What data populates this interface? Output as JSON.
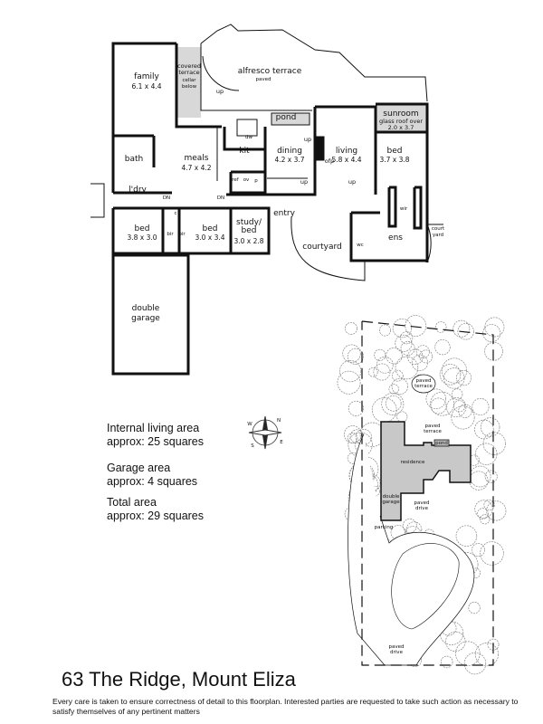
{
  "property": {
    "address": "63 The Ridge, Mount Eliza"
  },
  "rooms": {
    "family": {
      "name": "family",
      "size": "6.1 x 4.4"
    },
    "covered_terrace": {
      "name": "covered terrace",
      "note1": "cellar",
      "note2": "below"
    },
    "alfresco": {
      "name": "alfresco terrace",
      "note": "paved"
    },
    "pond": {
      "name": "pond"
    },
    "sunroom": {
      "name": "sunroom",
      "note": "glass roof over",
      "size": "2.0 x 3.7"
    },
    "bath": {
      "name": "bath"
    },
    "meals": {
      "name": "meals",
      "size": "4.7 x 4.2"
    },
    "kit": {
      "name": "kit"
    },
    "dw": "dw",
    "dining": {
      "name": "dining",
      "size": "4.2 x 3.7"
    },
    "living": {
      "name": "living",
      "size": "5.8 x 4.4"
    },
    "ofp": "ofp",
    "bed_master": {
      "name": "bed",
      "size": "3.7 x 3.8"
    },
    "ref": "ref",
    "ov": "ov",
    "p": "p",
    "c": "c",
    "laundry": {
      "name": "l'dry"
    },
    "bed2": {
      "name": "bed",
      "size": "3.8 x 3.0"
    },
    "bir": "bir",
    "bed3": {
      "name": "bed",
      "size": "3.0 x 3.4"
    },
    "study": {
      "name": "study/ bed",
      "size": "3.0 x 2.8"
    },
    "entry": {
      "name": "entry"
    },
    "courtyard": {
      "name": "courtyard"
    },
    "wir": "wir",
    "ens": {
      "name": "ens"
    },
    "wc": "wc",
    "court_yard": {
      "name": "court yard"
    },
    "garage": {
      "name": "double garage"
    },
    "up": "up",
    "dn": "DN"
  },
  "site": {
    "paved_terrace_top": "paved terrace",
    "paved_terrace": "paved terrace",
    "pond": "pond",
    "residence": "residence",
    "garage": "double garage",
    "paved_drive": "paved drive",
    "parking": "parking",
    "paved_drive_bottom": "paved drive"
  },
  "compass": {
    "n": "N",
    "s": "S",
    "e": "E",
    "w": "W"
  },
  "areas": {
    "living_label": "Internal living area",
    "living_value": "approx: 25 squares",
    "garage_label": "Garage area",
    "garage_value": "approx: 4 squares",
    "total_label": "Total area",
    "total_value": "approx: 29 squares"
  },
  "disclaimer": "Every care is taken to ensure correctness of detail to this floorplan. Interested parties are requested to take such action as necessary to satisfy themselves of any pertinent matters",
  "colors": {
    "wall": "#111111",
    "shade": "#d4d4d4",
    "tree": "#888888"
  }
}
